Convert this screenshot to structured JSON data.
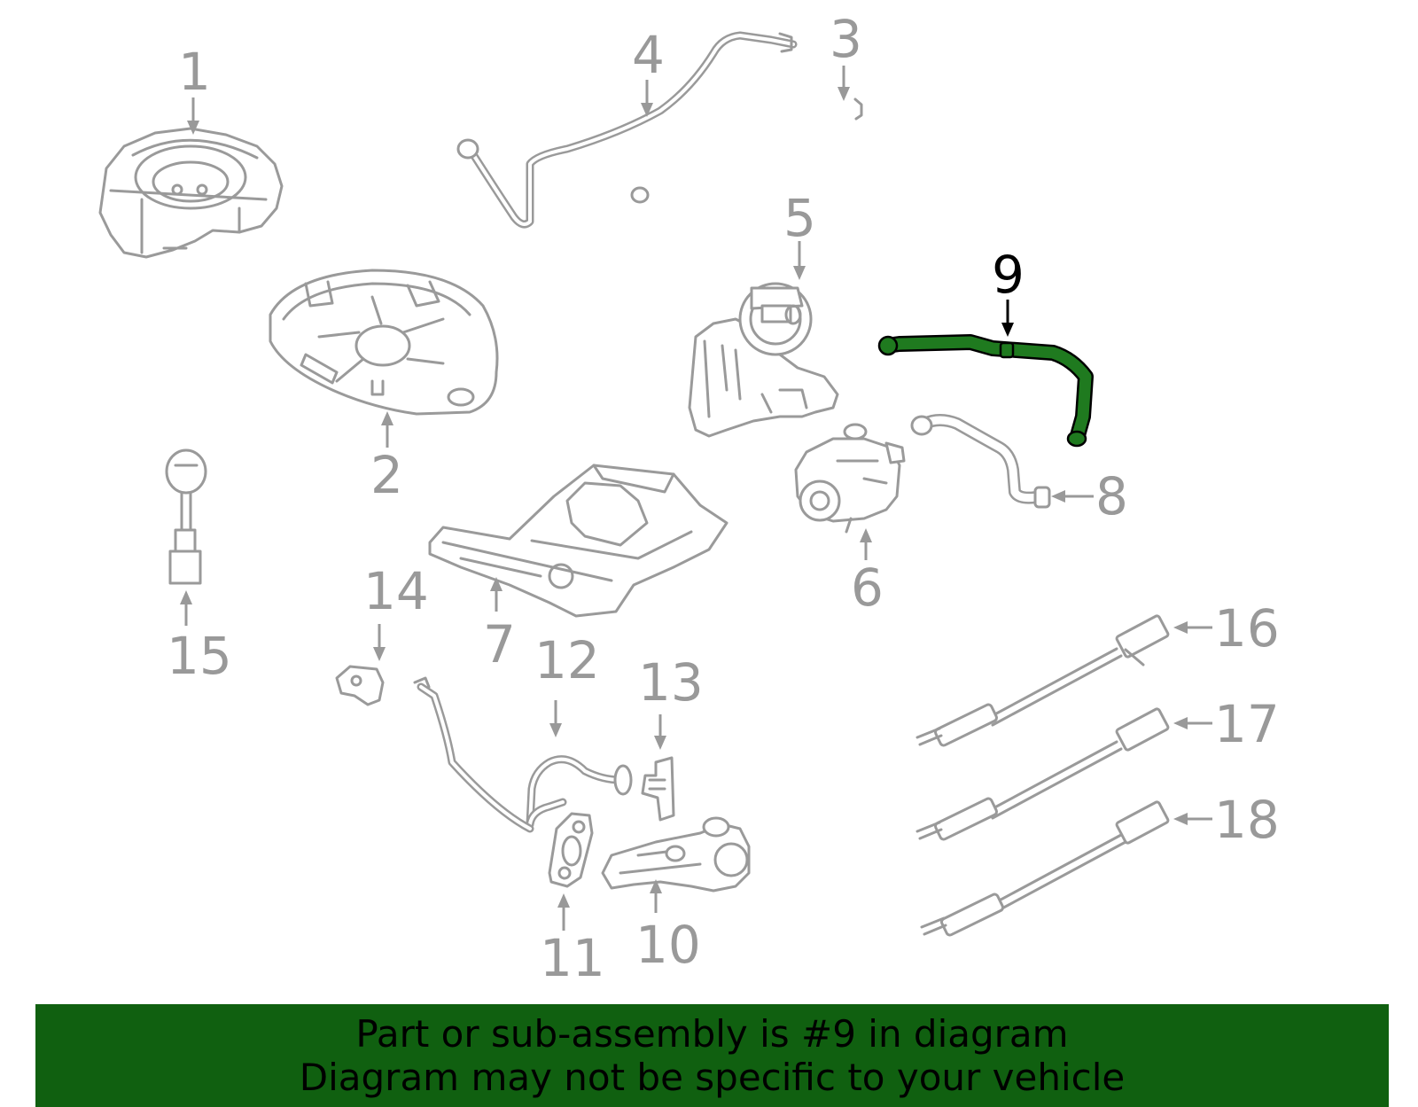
{
  "diagram": {
    "callouts": [
      {
        "id": "1",
        "label": "1"
      },
      {
        "id": "2",
        "label": "2"
      },
      {
        "id": "3",
        "label": "3"
      },
      {
        "id": "4",
        "label": "4"
      },
      {
        "id": "5",
        "label": "5"
      },
      {
        "id": "6",
        "label": "6"
      },
      {
        "id": "7",
        "label": "7"
      },
      {
        "id": "8",
        "label": "8"
      },
      {
        "id": "9",
        "label": "9",
        "highlighted": true
      },
      {
        "id": "10",
        "label": "10"
      },
      {
        "id": "11",
        "label": "11"
      },
      {
        "id": "12",
        "label": "12"
      },
      {
        "id": "13",
        "label": "13"
      },
      {
        "id": "14",
        "label": "14"
      },
      {
        "id": "15",
        "label": "15"
      },
      {
        "id": "16",
        "label": "16"
      },
      {
        "id": "17",
        "label": "17"
      },
      {
        "id": "18",
        "label": "18"
      }
    ],
    "colors": {
      "highlight": "#1f7a1f",
      "banner": "#106010",
      "part_line": "#9a9a9a",
      "label": "#999999"
    }
  },
  "banner": {
    "line1": "Part or sub-assembly is #9 in diagram",
    "line2": "Diagram may not be specific to your vehicle"
  }
}
